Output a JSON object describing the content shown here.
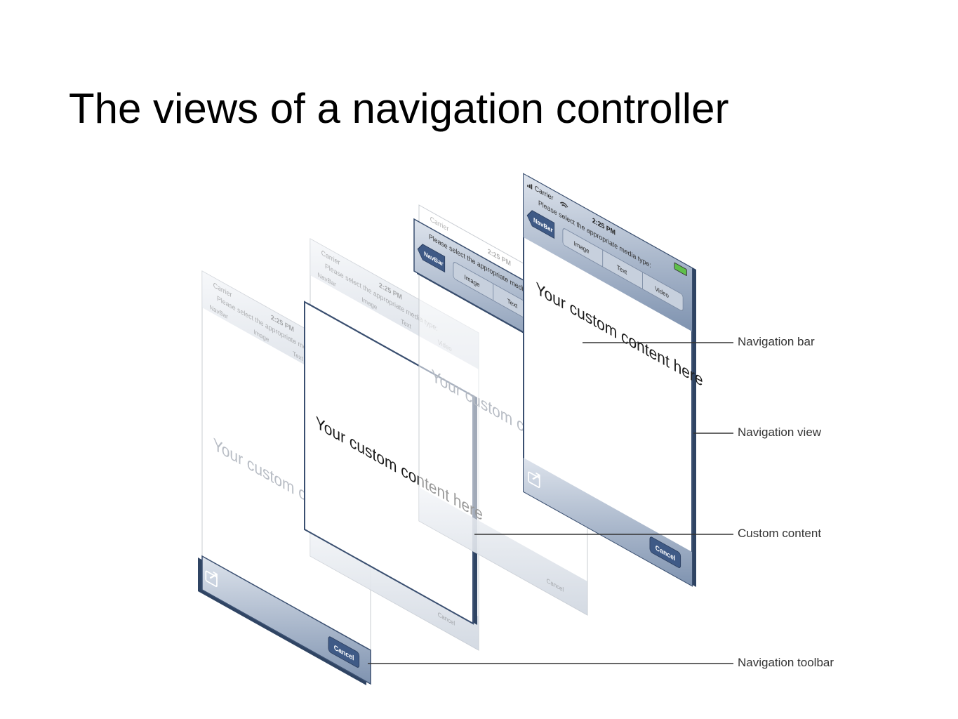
{
  "title": "The views of a navigation controller",
  "phone": {
    "carrier": "Carrier",
    "time": "2:25 PM",
    "prompt": "Please select the appropriate media type:",
    "back_button": "NavBar",
    "segments": [
      "Image",
      "Text",
      "Video"
    ],
    "content": "Your custom content here",
    "cancel_button": "Cancel"
  },
  "callouts": {
    "navigation_bar": "Navigation bar",
    "navigation_view": "Navigation view",
    "custom_content": "Custom content",
    "navigation_toolbar": "Navigation toolbar"
  },
  "colors": {
    "bar_top": "#dde3ec",
    "bar_bottom": "#7f93b0",
    "edge": "#3a4f70",
    "leader": "#333333"
  }
}
